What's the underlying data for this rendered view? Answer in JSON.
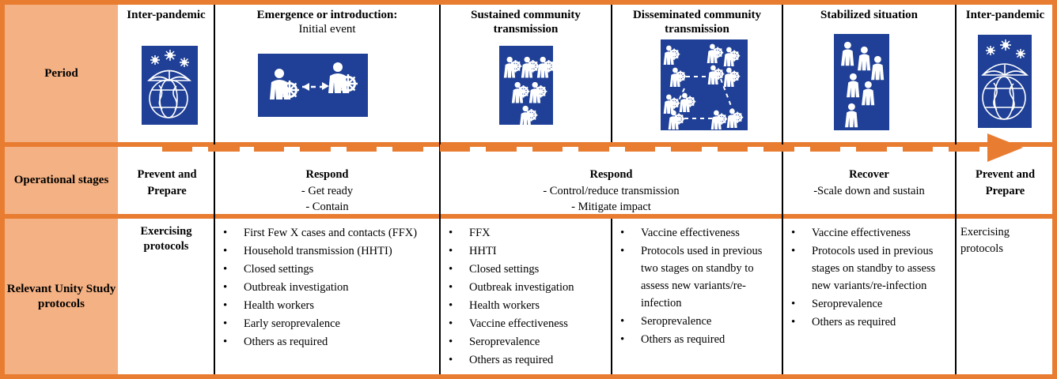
{
  "theme": {
    "orange": "#E87D32",
    "peach": "#F4B183",
    "blue": "#1F4096",
    "black": "#000000"
  },
  "row_headers": [
    {
      "id": "period",
      "label": "Period"
    },
    {
      "id": "operational-stages",
      "label": "Operational stages"
    },
    {
      "id": "relevant-unity-study-protocols",
      "label": "Relevant Unity Study protocols"
    }
  ],
  "periods": [
    {
      "id": "inter-pandemic-start",
      "title": "Inter-pandemic",
      "subtitle": "",
      "icon": "umbrella-over-globe-with-virus-icon"
    },
    {
      "id": "emergence-or-introduction",
      "title": "Emergence or introduction:",
      "subtitle": "Initial event",
      "icon": "two-people-virus-transmission-arrow-icon"
    },
    {
      "id": "sustained-community-transmission",
      "title": "Sustained community transmission",
      "subtitle": "",
      "icon": "six-infected-people-icon"
    },
    {
      "id": "disseminated-community-transmission",
      "title": "Disseminated community transmission",
      "subtitle": "",
      "icon": "network-of-infected-people-icon"
    },
    {
      "id": "stabilized-situation",
      "title": "Stabilized situation",
      "subtitle": "",
      "icon": "six-healthy-people-icon"
    },
    {
      "id": "inter-pandemic-end",
      "title": "Inter-pandemic",
      "subtitle": "",
      "icon": "umbrella-over-globe-with-virus-icon"
    }
  ],
  "operational_stages": [
    {
      "id": "prevent-and-prepare-start",
      "heading": "Prevent and Prepare",
      "lines": []
    },
    {
      "id": "respond-get-ready-contain",
      "heading": "Respond",
      "lines": [
        "- Get ready",
        "- Contain"
      ]
    },
    {
      "id": "respond-control-mitigate",
      "heading": "Respond",
      "lines": [
        "-    Control/reduce transmission",
        "-    Mitigate impact"
      ]
    },
    {
      "id": "recover-scale-down",
      "heading": "Recover",
      "lines": [
        "-Scale down and sustain"
      ]
    },
    {
      "id": "prevent-and-prepare-end",
      "heading": "Prevent and Prepare",
      "lines": []
    }
  ],
  "protocols": [
    {
      "id": "protocols-inter-pandemic-start",
      "style": "plain",
      "text": "Exercising protocols",
      "items": []
    },
    {
      "id": "protocols-emergence",
      "style": "bulleted",
      "text": "",
      "items": [
        "First Few X cases and contacts (FFX)",
        "Household transmission (HHTI)",
        "Closed settings",
        "Outbreak investigation",
        "Health workers",
        "Early seroprevalence",
        "Others as required"
      ]
    },
    {
      "id": "protocols-sustained",
      "style": "bulleted",
      "text": "",
      "items": [
        "FFX",
        "HHTI",
        "Closed settings",
        "Outbreak investigation",
        "Health workers",
        "Vaccine effectiveness",
        "Seroprevalence",
        "Others as required"
      ]
    },
    {
      "id": "protocols-disseminated",
      "style": "bulleted",
      "text": "",
      "items": [
        "Vaccine effectiveness",
        "Protocols used in previous two stages on standby to assess new variants/re-infection",
        "Seroprevalence",
        "Others as required"
      ]
    },
    {
      "id": "protocols-stabilized",
      "style": "bulleted",
      "text": "",
      "items": [
        "Vaccine effectiveness",
        "Protocols used in previous stages on standby to assess new variants/re-infection",
        "Seroprevalence",
        "Others as required"
      ]
    },
    {
      "id": "protocols-inter-pandemic-end",
      "style": "plain",
      "text": "Exercising protocols",
      "items": []
    }
  ],
  "timeline": {
    "id": "progression-timeline",
    "style": "dashed-arrow",
    "direction": "left-to-right",
    "color": "#E87D32"
  }
}
